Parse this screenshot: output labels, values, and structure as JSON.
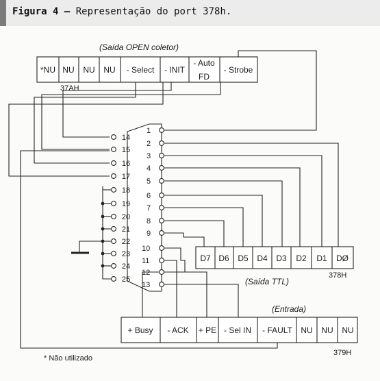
{
  "title": {
    "label": "Figura 4 –",
    "text": "Representação do port 378h."
  },
  "reg37A": {
    "caption": "(Saída OPEN coletor)",
    "address": "37AH",
    "cells": [
      "*NU",
      "NU",
      "NU",
      "NU",
      "- Select",
      "- INIT",
      "- Auto FD",
      "- Strobe"
    ]
  },
  "reg378": {
    "caption": "(Saída TTL)",
    "address": "378H",
    "cells": [
      "D7",
      "D6",
      "D5",
      "D4",
      "D3",
      "D2",
      "D1",
      "DØ"
    ]
  },
  "reg379": {
    "caption": "(Entrada)",
    "address": "379H",
    "cells": [
      "+ Busy",
      "- ACK",
      "+ PE",
      "- Sel IN",
      "- FAULT",
      "NU",
      "NU",
      "NU"
    ]
  },
  "connector": {
    "left_pins": [
      "14",
      "15",
      "16",
      "17",
      "18",
      "19",
      "20",
      "21",
      "22",
      "23",
      "24",
      "25"
    ],
    "right_pins": [
      "1",
      "2",
      "3",
      "4",
      "5",
      "6",
      "7",
      "8",
      "9",
      "10",
      "11",
      "12",
      "13"
    ]
  },
  "footnote": "* Não utilizado"
}
